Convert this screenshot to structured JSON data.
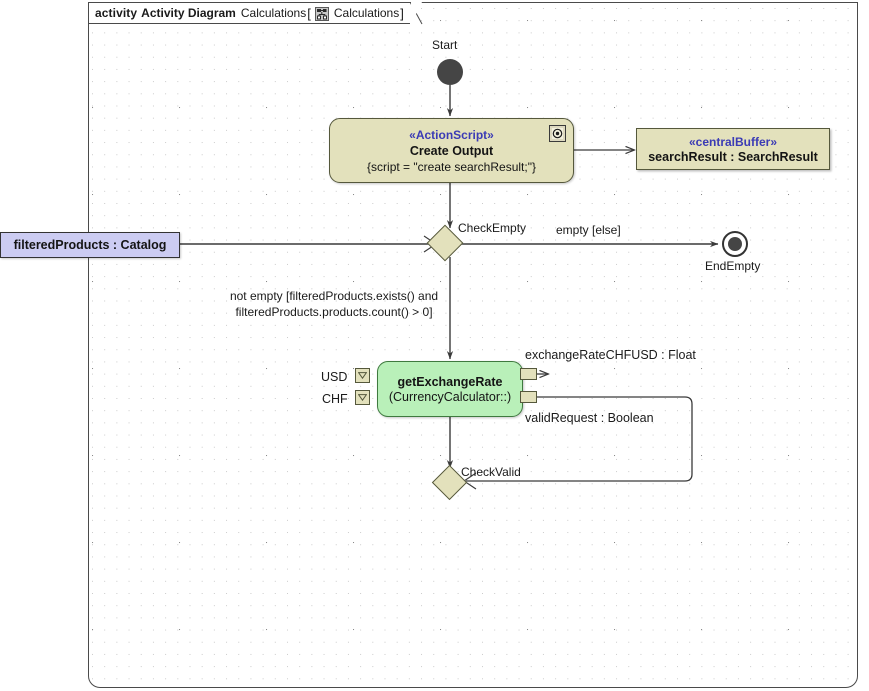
{
  "frame": {
    "keyword": "activity",
    "kind": "Activity Diagram",
    "name": "Calculations",
    "bracket_open": "[",
    "bracket_close": "]",
    "context": "Calculations",
    "icon": "activity-diagram-icon"
  },
  "nodes": {
    "start": {
      "label": "Start",
      "icon": "initial-node-icon"
    },
    "create_output": {
      "stereotype": "«ActionScript»",
      "name": "Create Output",
      "property": "{script = \"create searchResult;\"}",
      "icon": "action-script-icon"
    },
    "central_buffer": {
      "stereotype": "«centralBuffer»",
      "name": "searchResult : SearchResult"
    },
    "filtered_products": {
      "name": "filteredProducts : Catalog"
    },
    "check_empty": {
      "label": "CheckEmpty"
    },
    "end_empty": {
      "label": "EndEmpty",
      "icon": "activity-final-icon"
    },
    "get_exchange_rate": {
      "name": "getExchangeRate",
      "behavior": "(CurrencyCalculator::)"
    },
    "check_valid": {
      "label": "CheckValid"
    }
  },
  "pins": {
    "usd": "USD",
    "chf": "CHF",
    "exchange_rate": "exchangeRateCHFUSD : Float",
    "valid_request": "validRequest : Boolean"
  },
  "guards": {
    "empty_else": "empty [else]",
    "not_empty": "not empty [filteredProducts.exists() and\nfilteredProducts.products.count() > 0]"
  },
  "colors": {
    "action_fill": "#e3e1bc",
    "action_stroke": "#55583c",
    "behavior_fill": "#b9f0b9",
    "behavior_stroke": "#3f7a3f",
    "object_fill": "#ccccf2",
    "object_stroke": "#333333",
    "stereotype_text": "#3b3bb5",
    "node_text": "#141414",
    "control_node": "#454545",
    "edge": "#3a3a3a",
    "canvas": "#ffffff",
    "grid_minor": "#c9c9c9",
    "grid_major": "#8a8a8a"
  }
}
